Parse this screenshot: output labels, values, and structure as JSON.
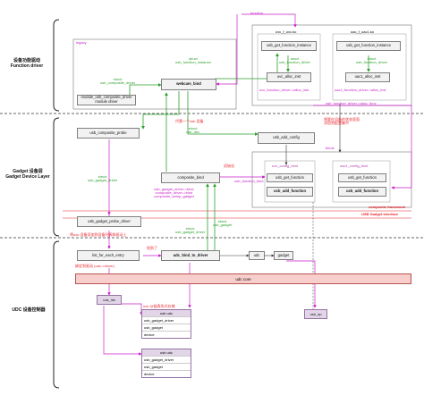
{
  "layers": {
    "function_driver": "设备功能驱动\nFunction driver",
    "gadget_layer": "Gadget 设备层\nGadget Device Layer",
    "udc": "UDC 设备控制器"
  },
  "nodes": {
    "legacy": "legacy",
    "function_top": "function",
    "webcam_bind": "webcam_bind",
    "usb_composite_probe": "usb_composite_probe",
    "usb_gadget_probe_driver": "usb_gadget_probe_driver",
    "composite_bind": "composite_bind",
    "usb_add_config": "usb_add_config",
    "module_usb_composite_driver": "module_usb_composite_driver\nmodule driver",
    "uvc_f_uvc_ko": "uvc_f_uvc.ko",
    "uac_f_uac1_ko": "uac_f_uac1.ko",
    "usb_get_function_instance_1": "usb_get_function_instance",
    "usb_get_function_instance_2": "usb_get_function_instance",
    "uvc_alloc_inst": "uvc_alloc_inst",
    "uac1_alloc_inst": "uac1_alloc_inst",
    "binds": "binds",
    "uvc_config_bind": "uvc_config_bind",
    "uac1_config_bind": "uac1_config_bind",
    "usb_get_function_a": "usb_get_function",
    "usb_get_function_b": "usb_get_function",
    "usb_add_function_a": "usb_add_function",
    "usb_add_function_b": "usb_add_function",
    "composite_framework": "composite framework",
    "usb_gadget_interface": "USB Gadget Interface",
    "list_for_each_entry": "list_for_each_entry",
    "udc_bind_to_driver": "udc_bind_to_driver",
    "udc": "udc",
    "gadget": "gadget",
    "udc_core": "udc core",
    "udc_list": "udc_list",
    "usb_ep": "usb_ep",
    "usb_udc_a": "usb udc",
    "usb_udc_b": "usb udc",
    "udc_fields_a": [
      "usb_gadget_driver",
      "usb_gadget",
      "device"
    ],
    "udc_fields_b": [
      "usb_gadget_driver",
      "usb_gadget",
      "device"
    ]
  },
  "edges": {
    "e_struct_composite_driver": "struct\nusb_composite_driver",
    "e_struct_function_instance": "struct\nusb_function_instance",
    "e_struct_function_driver_1": "struct\nusb_function_driver",
    "e_struct_function_driver_2": "struct\nusb_function_driver",
    "e_uvc_func_driver": "uvc_function_driver->alloc_inst",
    "e_uac_func_driver": "uac1_function_driver->alloc_inst",
    "e_struct_usb_dev": "struct\nusb_dev",
    "e_struct_gadget_driver": "struct\nusb_gadget_driver",
    "e_proxy_config": "代替一个usb 设备",
    "e_config_note": "将要在设备的状态里面\n添加到配置集中",
    "e_init": "初始化",
    "e_usb_function_bind": "usb_function_bind",
    "e_gadget_calls": "usb_gadget_driver->bind\ncomposite_driver->bind\ncomposite_setup_gadget",
    "e_usb_function_driver_alloc": "usb_function_driver->alloc_func",
    "e_struct_usb_gadget": "struct\nusb_gadget",
    "e_struct_gadget_driver_2": "struct\nusb_gadget_driver",
    "e_udc_list_note": "将udc 设备添加到设备列表和驱动上",
    "e_found": "找到了",
    "e_bind_driver": "绑定到驱动 (udc->driver)",
    "e_list_add": "udc 以链表形式存储"
  }
}
